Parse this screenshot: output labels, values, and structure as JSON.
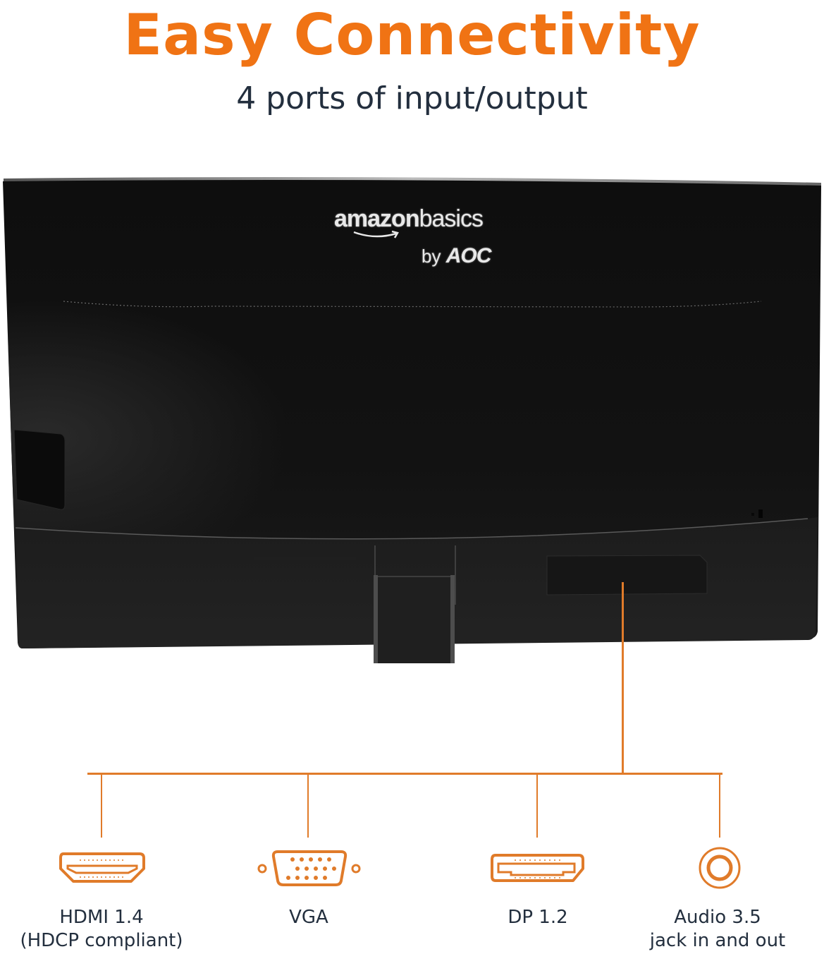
{
  "header": {
    "title": "Easy Connectivity",
    "subtitle": "4 ports of input/output"
  },
  "monitor": {
    "brand": "amazonbasics",
    "brand_prefix": "amazon",
    "brand_suffix": "basics",
    "by_label": "by",
    "manufacturer": "AOC",
    "body_color": "#141414"
  },
  "accent_color": "#e07b2a",
  "ports": [
    {
      "icon": "hdmi-port-icon",
      "label_line1": "HDMI 1.4",
      "label_line2": "(HDCP compliant)"
    },
    {
      "icon": "vga-port-icon",
      "label_line1": "VGA",
      "label_line2": ""
    },
    {
      "icon": "displayport-icon",
      "label_line1": "DP 1.2",
      "label_line2": ""
    },
    {
      "icon": "audio-jack-icon",
      "label_line1": "Audio 3.5",
      "label_line2": "jack in and out"
    }
  ]
}
